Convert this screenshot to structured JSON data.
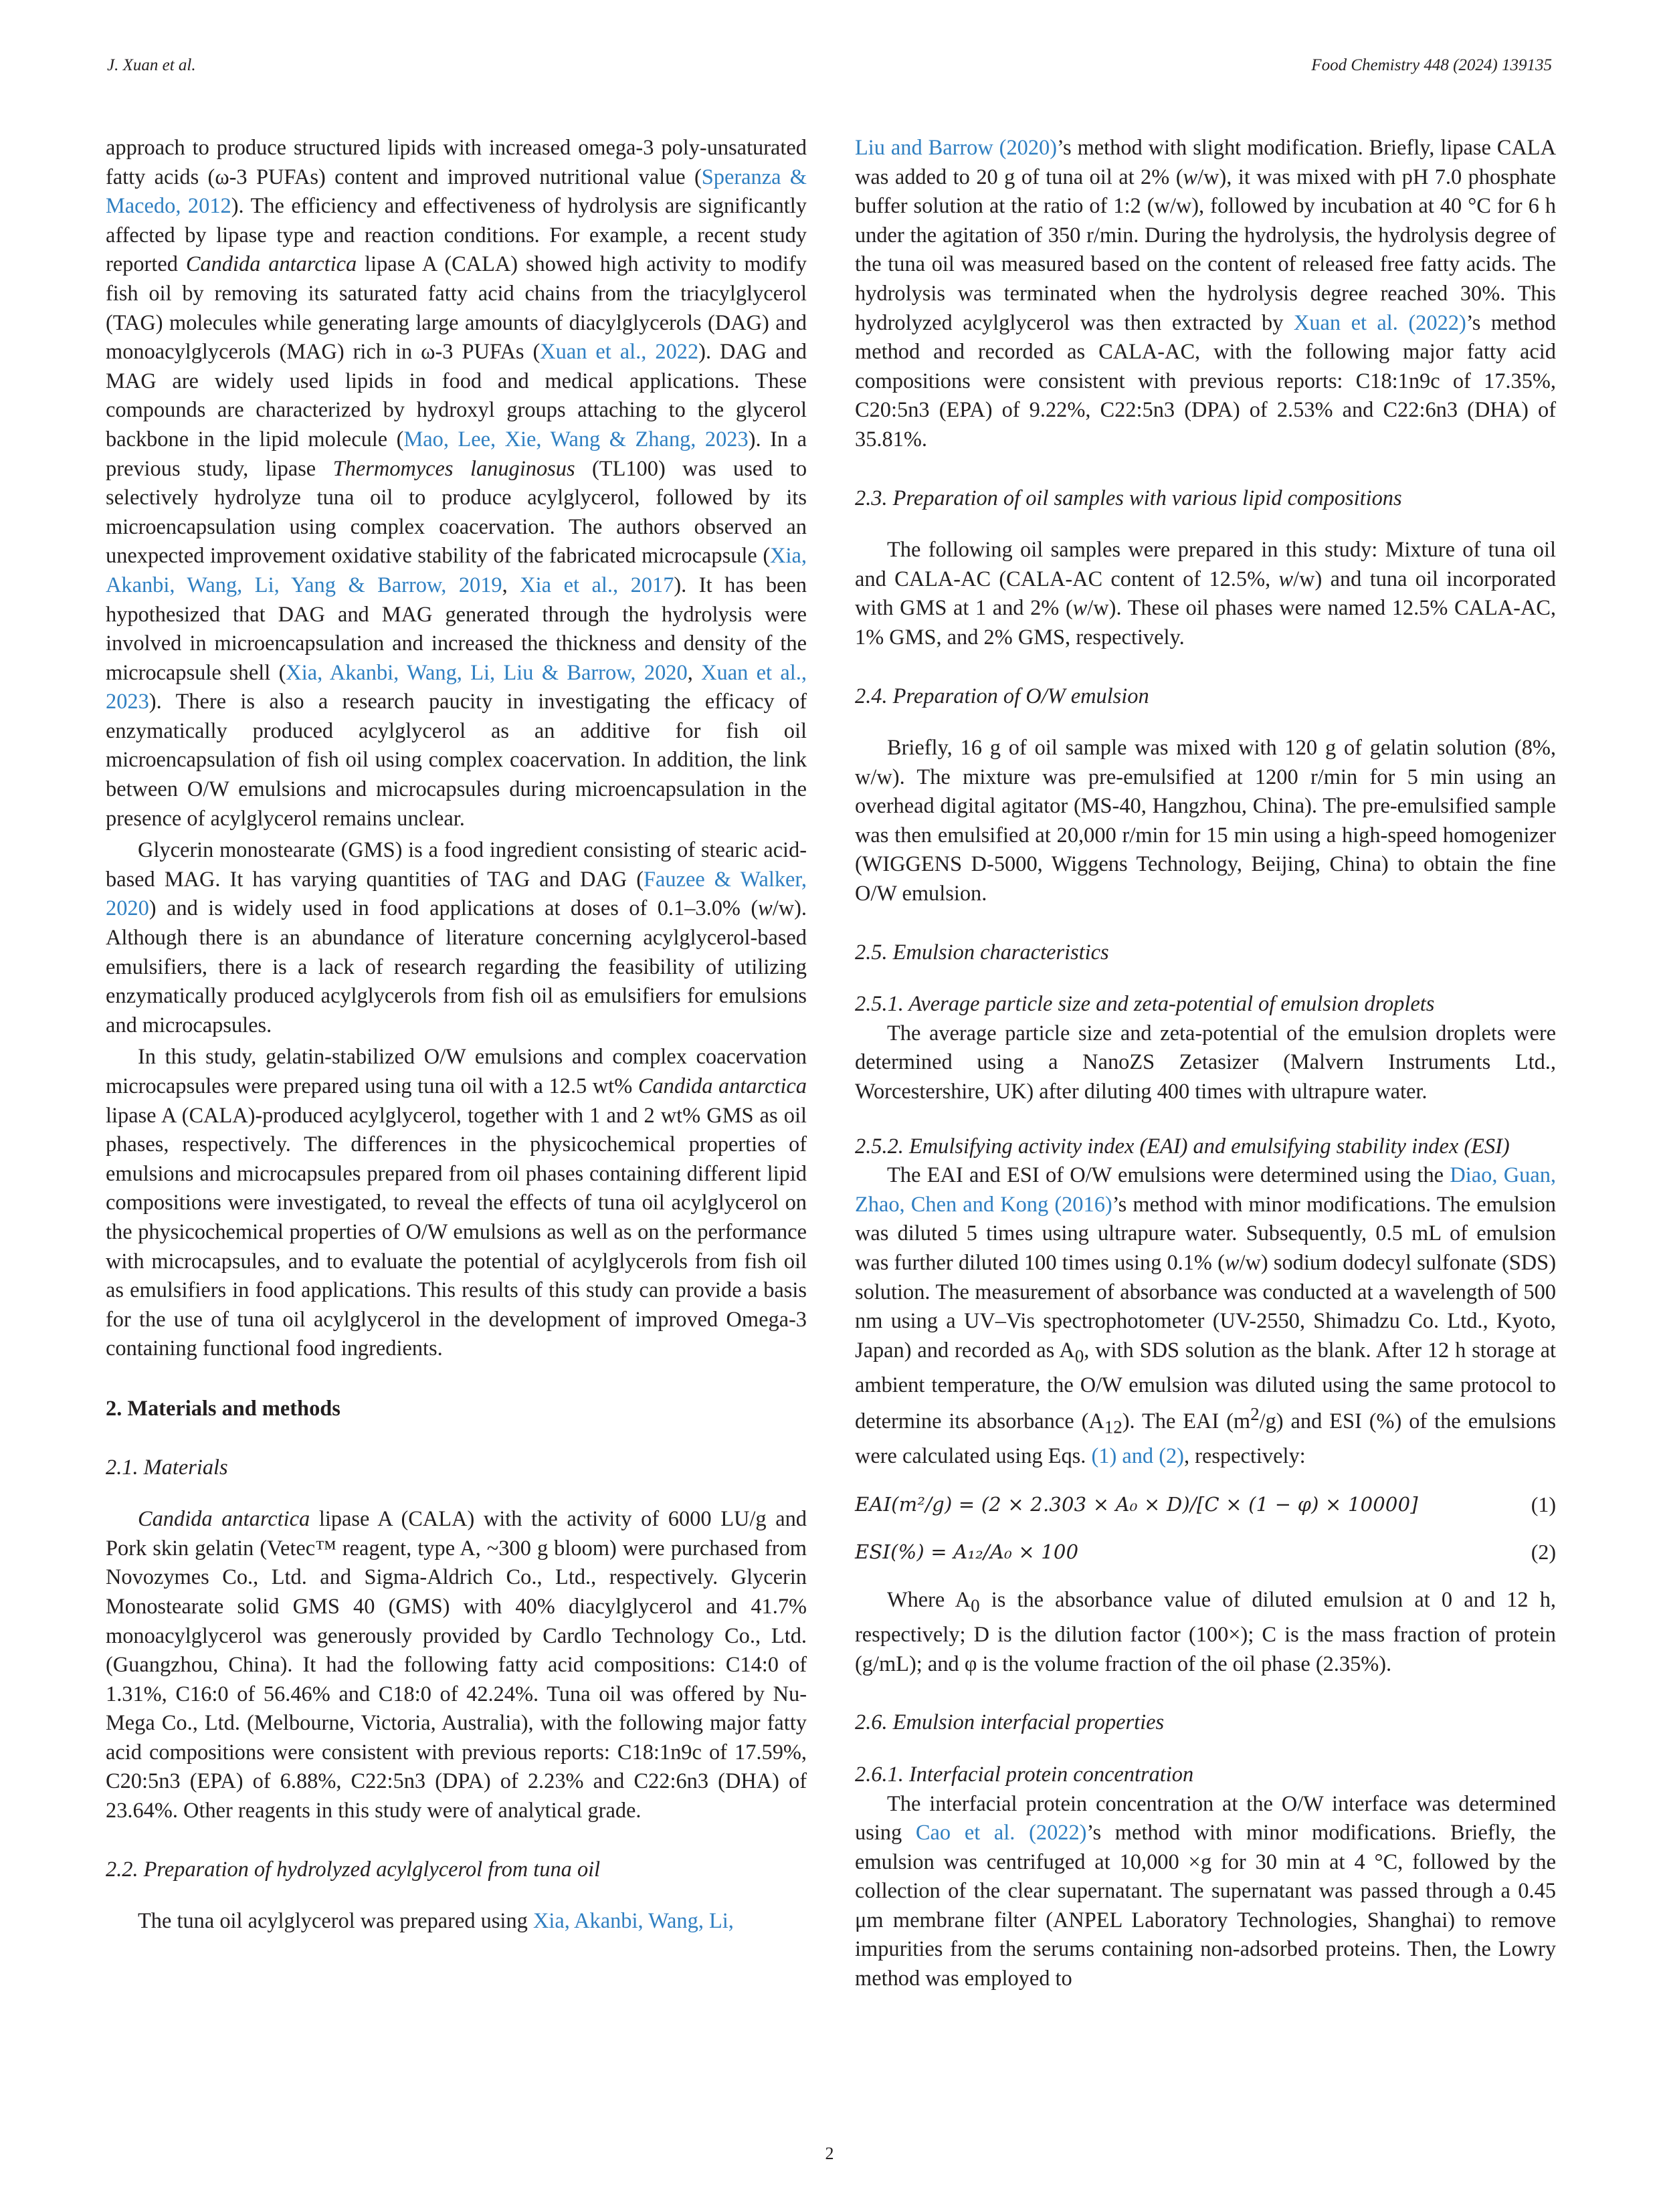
{
  "header": {
    "authors": "J. Xuan et al.",
    "journal": "Food Chemistry 448 (2024) 139135"
  },
  "left": {
    "p1_a": "approach to produce structured lipids with increased omega-3 poly-unsaturated fatty acids (ω-3 PUFAs) content and improved nutritional value (",
    "p1_ref1": "Speranza & Macedo, 2012",
    "p1_b": "). The efficiency and effectiveness of hydrolysis are significantly affected by lipase type and reaction conditions. For example, a recent study reported ",
    "p1_i1": "Candida antarctica",
    "p1_c": " lipase A (CALA) showed high activity to modify fish oil by removing its saturated fatty acid chains from the triacylglycerol (TAG) molecules while generating large amounts of diacylglycerols (DAG) and monoacylglycerols (MAG) rich in ω-3 PUFAs (",
    "p1_ref2": "Xuan et al., 2022",
    "p1_d": "). DAG and MAG are widely used lipids in food and medical applications. These compounds are characterized by hydroxyl groups attaching to the glycerol backbone in the lipid molecule (",
    "p1_ref3": "Mao, Lee, Xie, Wang & Zhang, 2023",
    "p1_e": "). In a previous study, lipase ",
    "p1_i2": "Thermomyces lanuginosus",
    "p1_f": " (TL100) was used to selectively hydrolyze tuna oil to produce acylglycerol, followed by its microencapsulation using complex coacervation. The authors observed an unexpected improvement oxidative stability of the fabricated microcapsule (",
    "p1_ref4": "Xia, Akanbi, Wang, Li, Yang & Barrow, 2019",
    "p1_sep1": ", ",
    "p1_ref5": "Xia et al., 2017",
    "p1_g": "). It has been hypothesized that DAG and MAG generated through the hydrolysis were involved in microencapsulation and increased the thickness and density of the microcapsule shell (",
    "p1_ref6": "Xia, Akanbi, Wang, Li, Liu & Barrow, 2020",
    "p1_sep2": ", ",
    "p1_ref7": "Xuan et al., 2023",
    "p1_h": "). There is also a research paucity in investigating the efficacy of enzymatically produced acylglycerol as an additive for fish oil microencapsulation of fish oil using complex coacervation. In addition, the link between O/W emulsions and microcapsules during microencapsulation in the presence of acylglycerol remains unclear.",
    "p2_a": "Glycerin monostearate (GMS) is a food ingredient consisting of stearic acid-based MAG. It has varying quantities of TAG and DAG (",
    "p2_ref": "Fauzee & Walker, 2020",
    "p2_b": ") and is widely used in food applications at doses of 0.1–3.0% (",
    "p2_i": "w",
    "p2_c": "/w). Although there is an abundance of literature concerning acylglycerol-based emulsifiers, there is a lack of research regarding the feasibility of utilizing enzymatically produced acylglycerols from fish oil as emulsifiers for emulsions and microcapsules.",
    "p3_a": "In this study, gelatin-stabilized O/W emulsions and complex coacervation microcapsules were prepared using tuna oil with a 12.5 wt% ",
    "p3_i": "Candida antarctica",
    "p3_b": " lipase A (CALA)-produced acylglycerol, together with 1 and 2 wt% GMS as oil phases, respectively. The differences in the physicochemical properties of emulsions and microcapsules prepared from oil phases containing different lipid compositions were investigated, to reveal the effects of tuna oil acylglycerol on the physicochemical properties of O/W emulsions as well as on the performance with microcapsules, and to evaluate the potential of acylglycerols from fish oil as emulsifiers in food applications. This results of this study can provide a basis for the use of tuna oil acylglycerol in the development of improved Omega-3 containing functional food ingredients.",
    "sec2": "2.  Materials and methods",
    "sec21": "2.1.  Materials",
    "p4_i": "Candida antarctica",
    "p4_a": " lipase A (CALA) with the activity of 6000 LU/g and Pork skin gelatin (Vetec™ reagent, type A, ~300 g bloom) were purchased from Novozymes Co., Ltd. and Sigma-Aldrich Co., Ltd., respectively. Glycerin Monostearate solid GMS 40 (GMS) with 40% diacylglycerol and 41.7% monoacylglycerol was generously provided by Cardlo Technology Co., Ltd. (Guangzhou, China). It had the following fatty acid compositions: C14:0 of 1.31%, C16:0 of 56.46% and C18:0 of 42.24%. Tuna oil was offered by Nu-Mega Co., Ltd. (Melbourne, Victoria, Australia), with the following major fatty acid compositions were consistent with previous reports: C18:1n9c of 17.59%, C20:5n3 (EPA) of 6.88%, C22:5n3 (DPA) of 2.23% and C22:6n3 (DHA) of 23.64%. Other reagents in this study were of analytical grade.",
    "sec22": "2.2.  Preparation of hydrolyzed acylglycerol from tuna oil",
    "p5_a": "The tuna oil acylglycerol was prepared using ",
    "p5_ref": "Xia, Akanbi, Wang, Li,"
  },
  "right": {
    "p5_ref_cont": "Liu and Barrow (2020)",
    "p5_b": "’s method with slight modification. Briefly, lipase CALA was added to 20 g of tuna oil at 2% (",
    "p5_i": "w",
    "p5_c": "/w), it was mixed with pH 7.0 phosphate buffer solution at the ratio of 1:2 (w/w), followed by incubation at 40 °C for 6 h under the agitation of 350 r/min. During the hydrolysis, the hydrolysis degree of the tuna oil was measured based on the content of released free fatty acids. The hydrolysis was terminated when the hydrolysis degree reached 30%. This hydrolyzed acylglycerol was then extracted by ",
    "p5_ref2": "Xuan et al. (2022)",
    "p5_d": "’s method method and recorded as CALA-AC, with the following major fatty acid compositions were consistent with previous reports: C18:1n9c of 17.35%, C20:5n3 (EPA) of 9.22%, C22:5n3 (DPA) of 2.53% and C22:6n3 (DHA) of 35.81%.",
    "sec23": "2.3.  Preparation of oil samples with various lipid compositions",
    "p6_a": "The following oil samples were prepared in this study: Mixture of tuna oil and CALA-AC (CALA-AC content of 12.5%, ",
    "p6_i1": "w",
    "p6_b": "/w) and tuna oil incorporated with GMS at 1 and 2% (",
    "p6_i2": "w",
    "p6_c": "/w). These oil phases were named 12.5% CALA-AC, 1% GMS, and 2% GMS, respectively.",
    "sec24": "2.4.  Preparation of O/W emulsion",
    "p7": "Briefly, 16 g of oil sample was mixed with 120 g of gelatin solution (8%, w/w). The mixture was pre-emulsified at 1200 r/min for 5 min using an overhead digital agitator (MS-40, Hangzhou, China). The pre-emulsified sample was then emulsified at 20,000 r/min for 15 min using a high-speed homogenizer (WIGGENS D-5000, Wiggens Technology, Beijing, China) to obtain the fine O/W emulsion.",
    "sec25": "2.5.  Emulsion characteristics",
    "sec251": "2.5.1.  Average particle size and zeta-potential of emulsion droplets",
    "p8": "The average particle size and zeta-potential of the emulsion droplets were determined using a NanoZS Zetasizer (Malvern Instruments Ltd., Worcestershire, UK) after diluting 400 times with ultrapure water.",
    "sec252": "2.5.2.  Emulsifying activity index (EAI) and emulsifying stability index (ESI)",
    "p9_a": "The EAI and ESI of O/W emulsions were determined using the ",
    "p9_ref": "Diao, Guan, Zhao, Chen and Kong (2016)",
    "p9_b": "’s method with minor modifications. The emulsion was diluted 5 times using ultrapure water. Subsequently, 0.5 mL of emulsion was further diluted 100 times using 0.1% (",
    "p9_i": "w",
    "p9_c": "/w) sodium dodecyl sulfonate (SDS) solution. The measurement of absorbance was conducted at a wavelength of 500 nm using a UV–Vis spectrophotometer (UV-2550, Shimadzu Co. Ltd., Kyoto, Japan) and recorded as A",
    "p9_sub0": "0",
    "p9_d": ", with SDS solution as the blank. After 12 h storage at ambient temperature, the O/W emulsion was diluted using the same protocol to determine its absorbance (A",
    "p9_sub12": "12",
    "p9_e": "). The EAI (m",
    "p9_sup2": "2",
    "p9_f": "/g) and ESI (%) of the emulsions were calculated using Eqs. ",
    "p9_ref2": "(1) and (2)",
    "p9_g": ", respectively:",
    "eq1": "EAI(m²/g) = (2 × 2.303 × A₀ × D)/[C × (1 − φ) × 10000]",
    "eq1_num": "(1)",
    "eq2": "ESI(%) = A₁₂/A₀ × 100",
    "eq2_num": "(2)",
    "p10_a": "Where A",
    "p10_sub0": "0",
    "p10_b": " is the absorbance value of diluted emulsion at 0 and 12 h, respectively; D is the dilution factor (100×); C is the mass fraction of protein (g/mL); and φ is the volume fraction of the oil phase (2.35%).",
    "sec26": "2.6.  Emulsion interfacial properties",
    "sec261": "2.6.1.  Interfacial protein concentration",
    "p11_a": "The interfacial protein concentration at the O/W interface was determined using ",
    "p11_ref": "Cao et al. (2022)",
    "p11_b": "’s method with minor modifications. Briefly, the emulsion was centrifuged at 10,000 ×g for 30 min at 4 °C, followed by the collection of the clear supernatant. The supernatant was passed through a 0.45 μm membrane filter (ANPEL Laboratory Technologies, Shanghai) to remove impurities from the serums containing non-adsorbed proteins. Then, the Lowry method was employed to"
  },
  "footer": {
    "page_number": "2"
  }
}
